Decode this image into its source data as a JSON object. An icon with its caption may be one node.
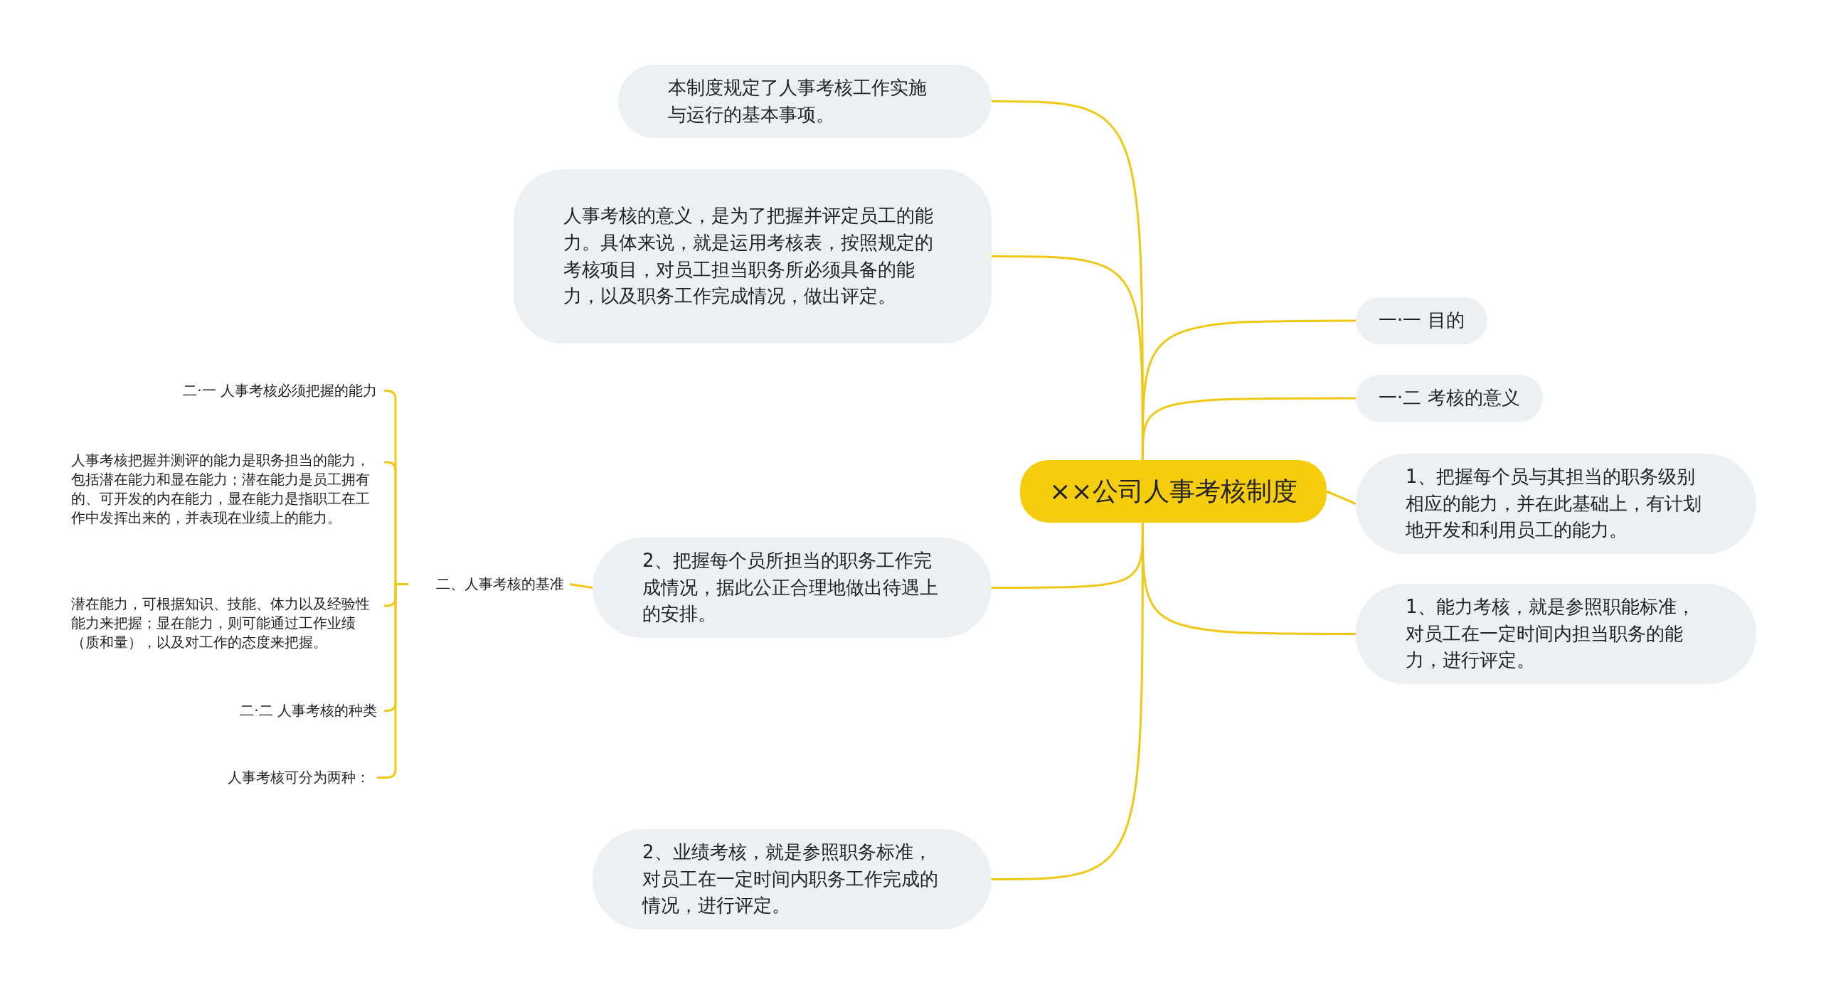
{
  "diagram": {
    "nodes": [
      {
        "text": [
          "××公司人事考核制度"
        ]
      },
      {
        "text": [
          "本制度规定了人事考核工作实施与运行的基本事项。"
        ]
      },
      {
        "text": [
          "人事考核的意义，是为了把握并评定员工的能力。具体来说，就是运用考核表，按照规定的考核项目，对员工担当职务所必须具备的能力，以及职务工作完成情况，做出评定。"
        ]
      },
      {
        "text": [
          "一·一 目的"
        ]
      },
      {
        "text": [
          "一·二 考核的意义"
        ]
      },
      {
        "text": [
          "1、把握每个员与其担当的职务级别相应的能力，并在此基础上，有计划地开发和利用员工的能力。"
        ]
      },
      {
        "text": [
          "1、能力考核，就是参照职能标准，对员工在一定时间内担当职务的能力，进行评定。"
        ]
      },
      {
        "text": [
          "2、把握每个员所担当的职务工作完成情况，据此公正合理地做出待遇上的安排。"
        ]
      },
      {
        "text": [
          "二、人事考核的基准"
        ]
      },
      {
        "text": [
          "二·一 人事考核必须把握的能力"
        ]
      },
      {
        "text": [
          "人事考核把握并测评的能力是职务担当的能力，包括潜在能力和显在能力；潜在能力是员工拥有的、可开发的内在能力，显在能力是指职工在工作中发挥出来的，并表现在业绩上的能力。"
        ]
      },
      {
        "text": [
          "潜在能力，可根据知识、技能、体力以及经验性能力来把握；显在能力，则可能通过工作业绩（质和量），以及对工作的态度来把握。"
        ]
      },
      {
        "text": [
          "二·二 人事考核的种类"
        ]
      },
      {
        "text": [
          "人事考核可分为两种："
        ]
      },
      {
        "text": [
          "2、业绩考核，就是参照职务标准，对员工在一定时间内职务工作完成的情况，进行评定。"
        ]
      }
    ],
    "edges": [
      {
        "from": 0,
        "to": 1,
        "arrow": "none"
      },
      {
        "from": 0,
        "to": 2,
        "arrow": "none"
      },
      {
        "from": 0,
        "to": 3,
        "arrow": "none"
      },
      {
        "from": 0,
        "to": 4,
        "arrow": "none"
      },
      {
        "from": 0,
        "to": 5,
        "arrow": "none"
      },
      {
        "from": 0,
        "to": 6,
        "arrow": "none"
      },
      {
        "from": 0,
        "to": 7,
        "arrow": "none"
      },
      {
        "from": 0,
        "to": 14,
        "arrow": "none"
      },
      {
        "from": 7,
        "to": 8,
        "arrow": "none"
      },
      {
        "from": 8,
        "to": 9,
        "arrow": "none"
      },
      {
        "from": 8,
        "to": 10,
        "arrow": "none"
      },
      {
        "from": 8,
        "to": 11,
        "arrow": "none"
      },
      {
        "from": 8,
        "to": 12,
        "arrow": "none"
      },
      {
        "from": 8,
        "to": 13,
        "arrow": "none"
      }
    ]
  }
}
